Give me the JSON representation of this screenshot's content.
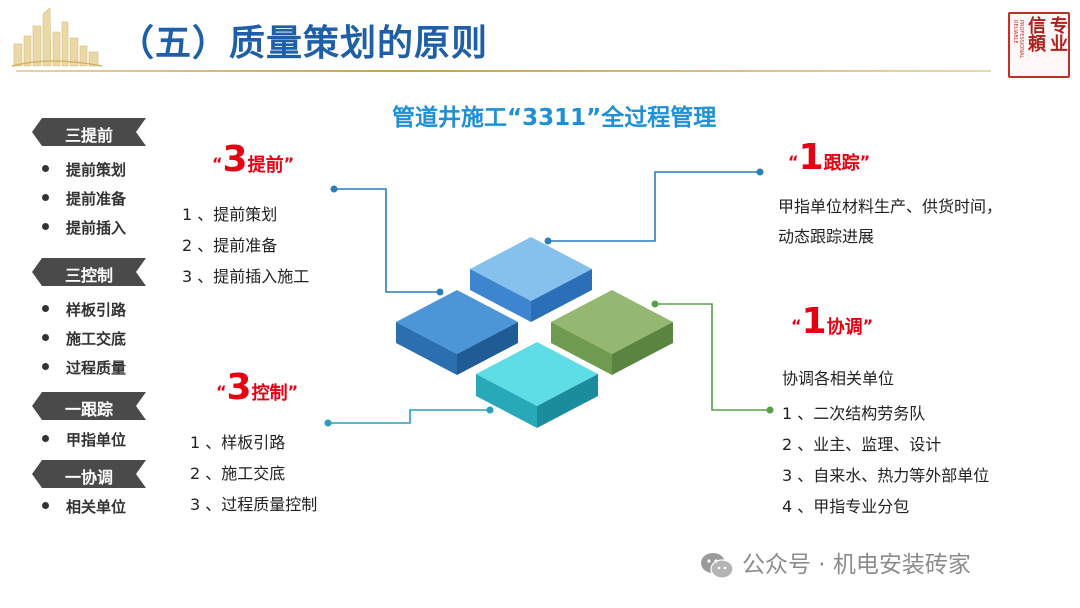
{
  "header": {
    "title": "（五）质量策划的原则",
    "seal_text": "专业 信頼",
    "seal_sub": "PROFESSIONAL RELIABLE"
  },
  "subtitle": "管道井施工“3311”全过程管理",
  "sidebar": {
    "sections": [
      {
        "label": "三提前",
        "items": [
          "提前策划",
          "提前准备",
          "提前插入"
        ]
      },
      {
        "label": "三控制",
        "items": [
          "样板引路",
          "施工交底",
          "过程质量"
        ]
      },
      {
        "label": "一跟踪",
        "items": [
          "甲指单位"
        ]
      },
      {
        "label": "一协调",
        "items": [
          "相关单位"
        ]
      }
    ]
  },
  "groups": {
    "advance": {
      "open_quote": "“",
      "number": "3",
      "label": "提前",
      "close_quote": "”",
      "items": [
        "1 、提前策划",
        "2 、提前准备",
        "3 、提前插入施工"
      ]
    },
    "control": {
      "open_quote": "“",
      "number": "3",
      "label": "控制",
      "close_quote": "”",
      "items": [
        "1 、样板引路",
        "2 、施工交底",
        "3 、过程质量控制"
      ]
    },
    "track": {
      "open_quote": "“",
      "number": "1",
      "label": "跟踪",
      "close_quote": "”",
      "lines": [
        "甲指单位材料生产、供货时间，",
        "动态跟踪进展"
      ]
    },
    "coordinate": {
      "open_quote": "“",
      "number": "1",
      "label": "协调",
      "close_quote": "”",
      "intro": "协调各相关单位",
      "items": [
        "1 、二次结构劳务队",
        "2 、业主、监理、设计",
        "3 、自来水、热力等外部单位",
        "4 、甲指专业分包"
      ]
    }
  },
  "colors": {
    "title": "#1f5fa8",
    "subtitle": "#1e90d6",
    "accent_red": "#e60012",
    "banner": "#4a4a4a",
    "tile_top_blue": "#7fb9e8",
    "tile_left_blue": "#2f6fb0",
    "tile_right_green": "#8fb56e",
    "tile_bottom_cyan": "#59dbe4",
    "line_blue": "#2a7fb8",
    "line_green": "#5aa04a"
  },
  "watermark": "公众号 · 机电安装砖家"
}
